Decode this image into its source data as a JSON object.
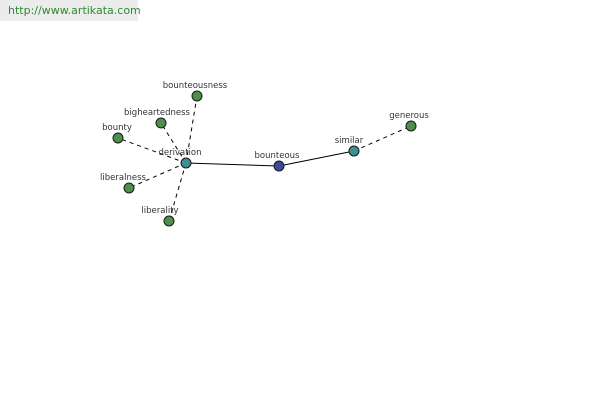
{
  "banner": {
    "url": "http://www.artikata.com"
  },
  "colors": {
    "word_node": "#4d8f4d",
    "relation_node": "#3e8f8f",
    "center_node": "#3a4a94",
    "banner_text": "#2e8a2e"
  },
  "graph": {
    "nodes": [
      {
        "id": "bounteous",
        "label": "bounteous",
        "kind": "center"
      },
      {
        "id": "derivation",
        "label": "derivation",
        "kind": "relation"
      },
      {
        "id": "similar",
        "label": "similar",
        "kind": "relation"
      },
      {
        "id": "generous",
        "label": "generous",
        "kind": "word"
      },
      {
        "id": "bounteousness",
        "label": "bounteousness",
        "kind": "word"
      },
      {
        "id": "bigheartedness",
        "label": "bigheartedness",
        "kind": "word"
      },
      {
        "id": "bounty",
        "label": "bounty",
        "kind": "word"
      },
      {
        "id": "liberalness",
        "label": "liberalness",
        "kind": "word"
      },
      {
        "id": "liberality",
        "label": "liberality",
        "kind": "word"
      }
    ],
    "edges": [
      {
        "from": "bounteous",
        "to": "derivation",
        "style": "solid"
      },
      {
        "from": "bounteous",
        "to": "similar",
        "style": "solid"
      },
      {
        "from": "similar",
        "to": "generous",
        "style": "dashed"
      },
      {
        "from": "derivation",
        "to": "bounteousness",
        "style": "dashed"
      },
      {
        "from": "derivation",
        "to": "bigheartedness",
        "style": "dashed"
      },
      {
        "from": "derivation",
        "to": "bounty",
        "style": "dashed"
      },
      {
        "from": "derivation",
        "to": "liberalness",
        "style": "dashed"
      },
      {
        "from": "derivation",
        "to": "liberality",
        "style": "dashed"
      }
    ]
  }
}
